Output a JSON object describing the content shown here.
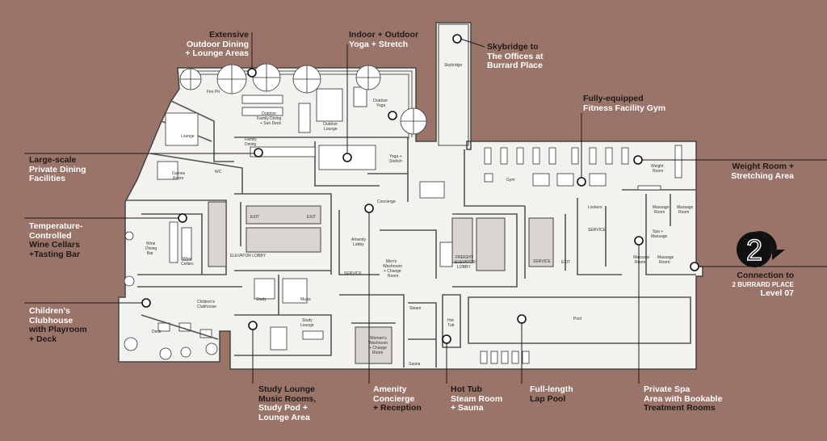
{
  "map": {
    "badge_text": "2",
    "colors": {
      "background": "#9a7468",
      "floor": "#f4f2ef",
      "highlight_text": "#ffffff",
      "dark_text": "#1e1a18",
      "walls": "#555555"
    }
  },
  "callouts": {
    "outdoor_dining": {
      "l1": "Extensive",
      "l2": "Outdoor Dining",
      "l3": "+ Lounge Areas"
    },
    "yoga": {
      "l1": "Indoor + Outdoor",
      "l2": "Yoga + Stretch"
    },
    "skybridge": {
      "l1": "Skybridge to",
      "l2": "The Offices at",
      "l3": "Burrard Place"
    },
    "gym": {
      "l1": "Fully-equipped",
      "l2": "Fitness Facility Gym"
    },
    "private_dining": {
      "l1": "Large-scale",
      "l2": "Private Dining",
      "l3": "Facilities"
    },
    "weight_room": {
      "l1": "Weight Room +",
      "l2": "Stretching Area"
    },
    "wine": {
      "l1": "Temperature-",
      "l2": "Controlled",
      "l3": "Wine Cellars",
      "l4": "+Tasting Bar"
    },
    "connection": {
      "l1": "Connection to",
      "l2": "2 BURRARD PLACE",
      "l3": "Level 07"
    },
    "childrens": {
      "l1": "Children's",
      "l2": "Clubhouse",
      "l3": "with Playroom",
      "l4": "+ Deck"
    },
    "study": {
      "l1": "Study Lounge",
      "l2": "Music Rooms,",
      "l3": "Study Pod +",
      "l4": "Lounge Area"
    },
    "concierge": {
      "l1": "Amenity",
      "l2": "Concierge",
      "l3": "+ Reception"
    },
    "hottub": {
      "l1": "Hot Tub",
      "l2": "Steam Room",
      "l3": "+ Sauna"
    },
    "lappool": {
      "l1": "Full-length",
      "l2": "Lap Pool"
    },
    "spa": {
      "l1": "Private Spa",
      "l2": "Area with Bookable",
      "l3": "Treatment Rooms"
    }
  },
  "room_labels": {
    "skybridge": "Skybridge",
    "fire_pit": "Fire Pit",
    "outdoor_dining": "Outdoor",
    "outdoor_dining2": "Family Dining",
    "outdoor_dining3": "+ Sun Deck",
    "outdoor_yoga": "Outdoor",
    "outdoor_yoga2": "Yoga",
    "outdoor_lounge": "Outdoor",
    "outdoor_lounge2": "Lounge",
    "lounge": "Lounge",
    "family_dining": "Family",
    "family_dining2": "Dining",
    "games_room": "Games",
    "games_room2": "Room",
    "wc": "WC",
    "yoga_stretch": "Yoga +",
    "yoga_stretch2": "Stretch",
    "gym": "Gym",
    "weight_room": "Weight",
    "weight_room2": "Room",
    "concierge": "Concierge",
    "exit": "EXIT",
    "amenity_lobby": "Amenity",
    "amenity_lobby2": "Lobby",
    "elevator_lobby": "ELEVATOR LOBBY",
    "wine_dining": "Wine",
    "wine_dining2": "Dining",
    "wine_dining3": "Bar",
    "wine_cellars": "Wine",
    "wine_cellars2": "Cellars",
    "service": "SERVICE",
    "mens_washroom": "Men's",
    "mens_washroom2": "Washroom",
    "mens_washroom3": "+ Change",
    "mens_washroom4": "Room",
    "freight_elevator": "FREIGHT",
    "freight_elevator2": "ELEVATOR",
    "freight_elevator3": "LOBBY",
    "lockers": "Lockers",
    "massage_room": "Massage",
    "massage_room2": "Room",
    "spa_massage": "Spa +",
    "spa_massage2": "Massage",
    "childrens_clubhouse": "Children's",
    "childrens_clubhouse2": "Clubhouse",
    "study": "Study",
    "music": "Music",
    "study_lounge": "Study",
    "study_lounge2": "Lounge",
    "deck": "Deck",
    "steam": "Steam",
    "hot_tub": "Hot",
    "hot_tub2": "Tub",
    "womens_washroom": "Women's",
    "womens_washroom2": "Washroom",
    "womens_washroom3": "+ Change",
    "womens_washroom4": "Room",
    "sauna": "Sauna",
    "pool": "Pool"
  }
}
